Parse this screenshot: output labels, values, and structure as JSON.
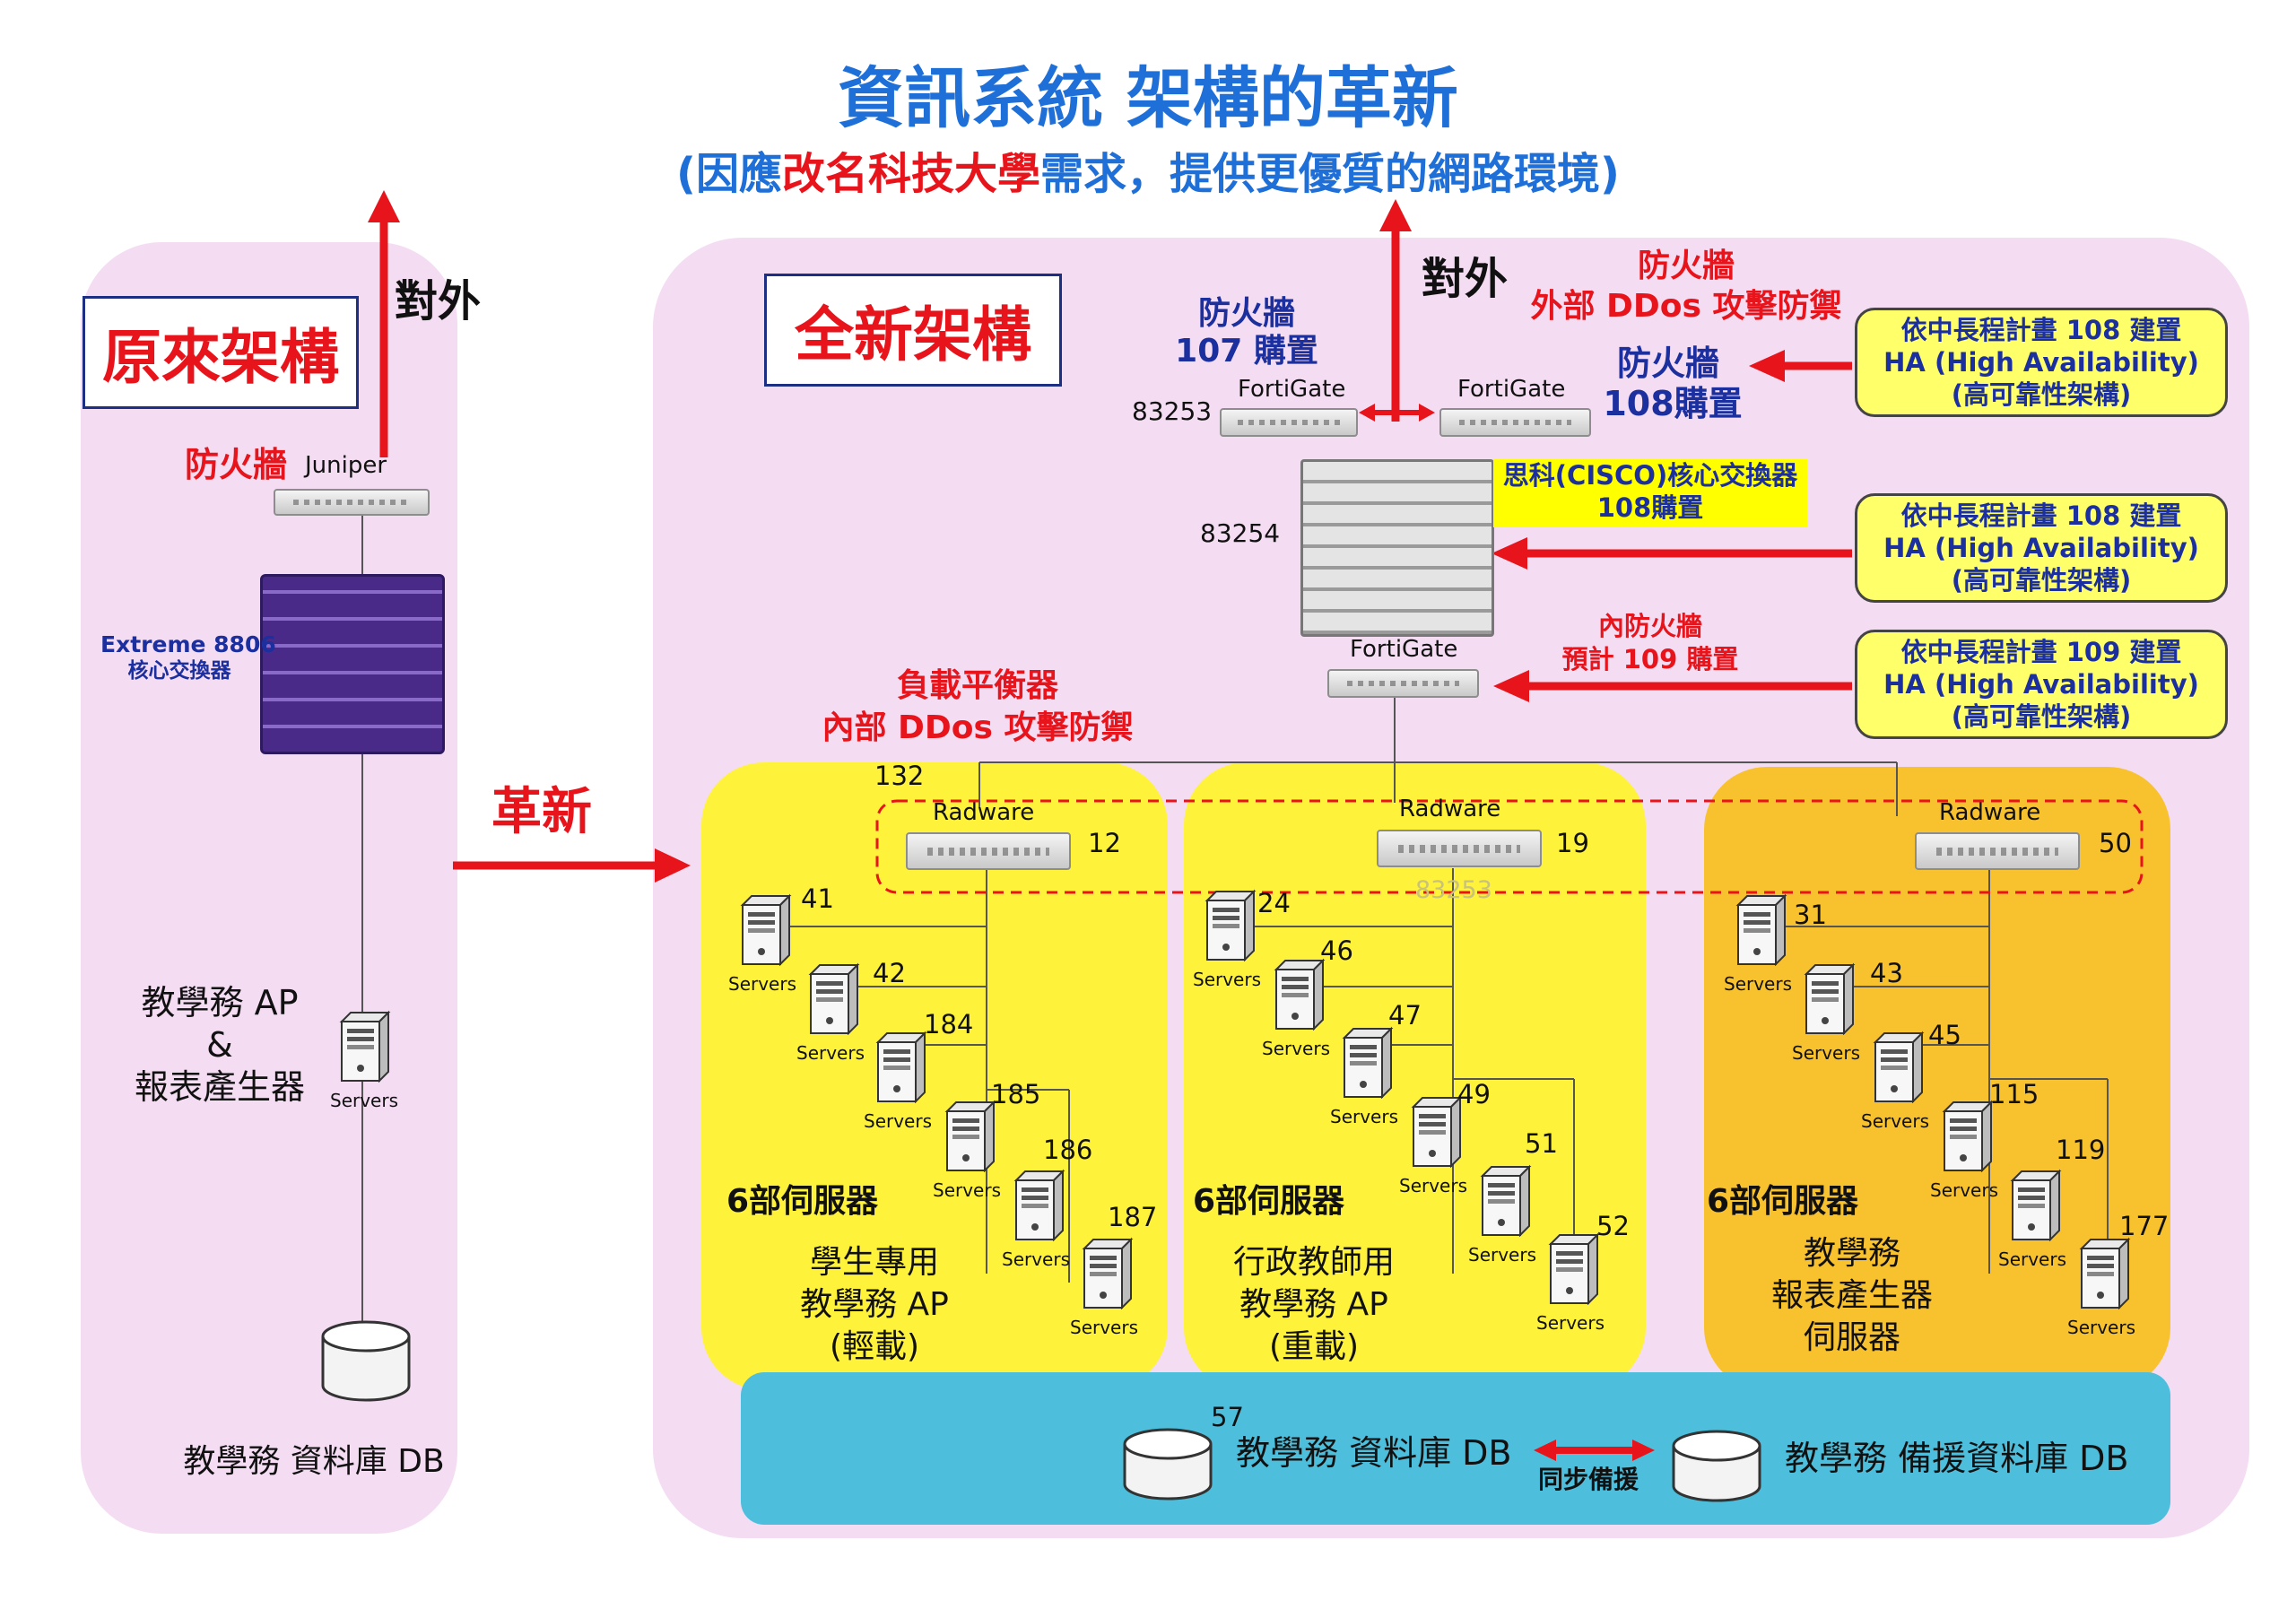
{
  "header": {
    "title": "資訊系統  架構的革新",
    "subtitle_open": "(因應",
    "subtitle_highlight": "改名科技大學",
    "subtitle_rest": "需求，提供更優質的網路環境)"
  },
  "left": {
    "box_label": "原來架構",
    "external_label": "對外",
    "firewall_label": "防火牆",
    "firewall_brand": "Juniper",
    "switch_name": "Extreme 8806",
    "switch_desc": "核心交換器",
    "server_title_line1": "教學務 AP",
    "server_title_amp": "&",
    "server_title_line3": "報表產生器",
    "server_label": "Servers",
    "db_label": "教學務 資料庫  DB"
  },
  "transition": {
    "label": "革新"
  },
  "right": {
    "box_label": "全新架構",
    "external_label": "對外",
    "fw1_title": "防火牆",
    "fw1_year": "107 購置",
    "fw1_brand": "FortiGate",
    "fw1_id": "83253",
    "fw2_brand": "FortiGate",
    "fw2_title": "防火牆",
    "fw2_year": "108購置",
    "ext_fw_title": "防火牆",
    "ext_fw_desc": "外部 DDos 攻擊防禦",
    "core_label_line1": "思科(CISCO)核心交換器",
    "core_label_line2": "108購置",
    "core_id": "83254",
    "inner_fw_brand": "FortiGate",
    "inner_fw_line1": "內防火牆",
    "inner_fw_line2": "預計 109 購置",
    "lb_line1": "負載平衡器",
    "lb_line2": "內部 DDos 攻擊防禦",
    "lb_id": "132",
    "lb_group_ghost_id": "83253",
    "ha_boxes": [
      {
        "line1": "依中長程計畫 108 建置",
        "line2": "HA  (High Availability)",
        "line3": "(高可靠性架構)"
      },
      {
        "line1": "依中長程計畫 108 建置",
        "line2": "HA  (High Availability)",
        "line3": "(高可靠性架構)"
      },
      {
        "line1": "依中長程計畫 109 建置",
        "line2": "HA  (High Availability)",
        "line3": "(高可靠性架構)"
      }
    ],
    "groups": [
      {
        "radware": "Radware",
        "radware_id": "12",
        "count_label": "6部伺服器",
        "desc_line1": "學生專用",
        "desc_line2": "教學務 AP",
        "desc_line3": "(輕載)",
        "servers": [
          "41",
          "42",
          "184",
          "185",
          "186",
          "187"
        ]
      },
      {
        "radware": "Radware",
        "radware_id": "19",
        "count_label": "6部伺服器",
        "desc_line1": "行政教師用",
        "desc_line2": "教學務 AP",
        "desc_line3": "(重載)",
        "servers": [
          "24",
          "46",
          "47",
          "49",
          "51",
          "52"
        ]
      },
      {
        "radware": "Radware",
        "radware_id": "50",
        "count_label": "6部伺服器",
        "desc_line1": "教學務",
        "desc_line2": "報表產生器",
        "desc_line3": "伺服器",
        "servers": [
          "31",
          "43",
          "45",
          "115",
          "119",
          "177"
        ]
      }
    ],
    "server_label": "Servers",
    "db_id": "57",
    "db_label": "教學務 資料庫  DB",
    "sync_label": "同步備援",
    "backup_db_label": "教學務 備援資料庫  DB"
  },
  "colors": {
    "title_blue": "#1f6fd8",
    "accent_red": "#e8141b",
    "panel_pink": "#f4dcf2",
    "zone_yellow": "#fff23a",
    "zone_orange": "#f8c12e",
    "db_bar": "#4dbfdc",
    "ha_yellow": "#ffff6a"
  }
}
